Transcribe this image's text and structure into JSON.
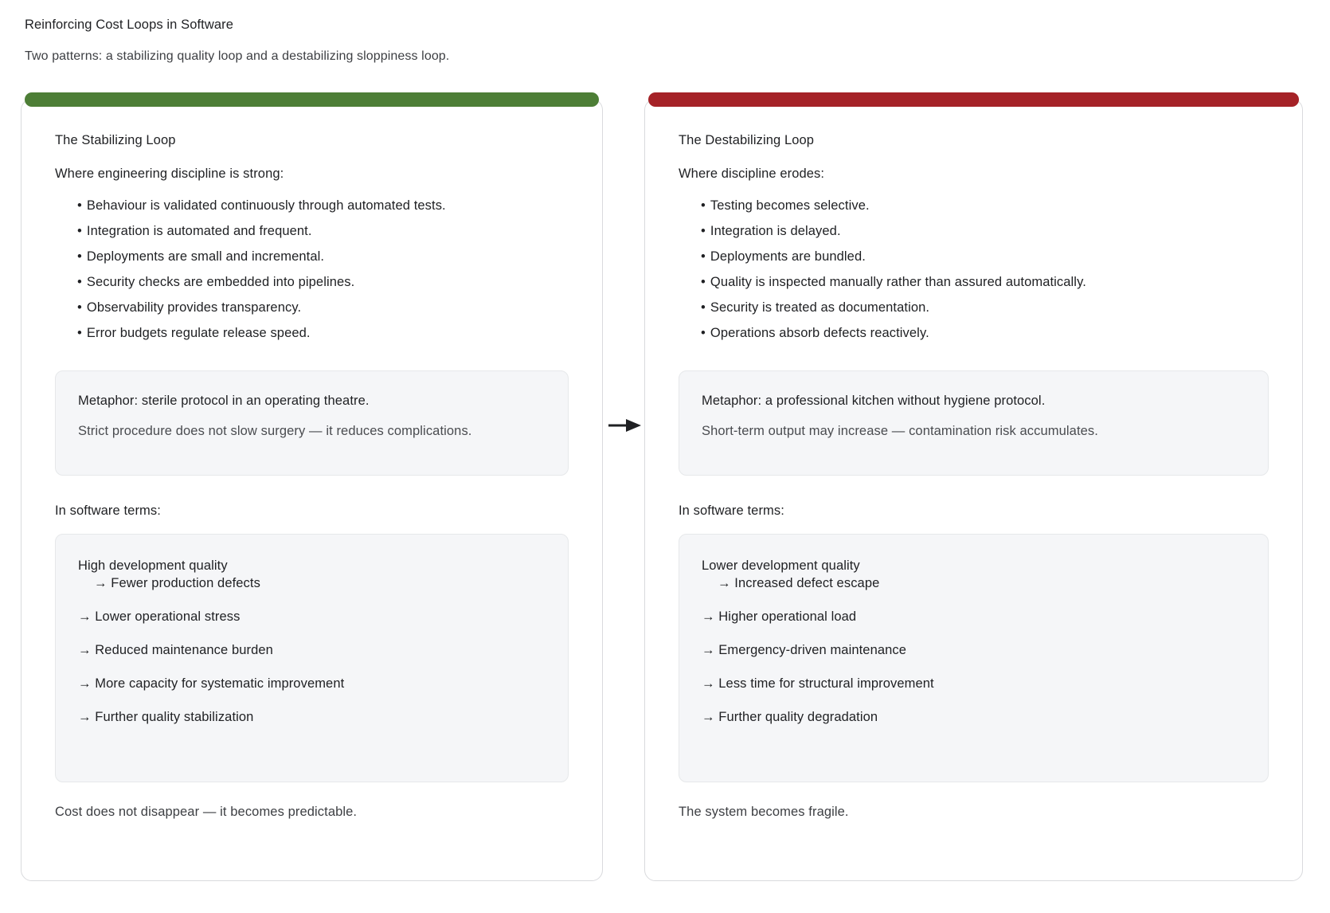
{
  "header": {
    "title": "Reinforcing Cost Loops in Software",
    "subtitle": "Two patterns: a stabilizing quality loop and a destabilizing sloppiness loop."
  },
  "connector": {
    "icon": "arrow-right-icon",
    "color": "#1f2023"
  },
  "cards": [
    {
      "id": "stabilizing",
      "accent_color": "#4d7e36",
      "heading": "The Stabilizing Loop",
      "lead": "Where engineering discipline is strong:",
      "bullets": [
        "Behaviour is validated continuously through automated tests.",
        "Integration is automated and frequent.",
        "Deployments are small and incremental.",
        "Security checks are embedded into pipelines.",
        "Observability provides transparency.",
        "Error budgets regulate release speed."
      ],
      "metaphor": {
        "title": "Metaphor: sterile protocol in an operating theatre.",
        "note": "Strict procedure does not slow surgery — it reduces complications."
      },
      "section_label": "In software terms:",
      "chain": {
        "head": "High development quality",
        "head_sub": "→ Fewer production defects",
        "steps": [
          "→ Lower operational stress",
          "→ Reduced maintenance burden",
          "→ More capacity for systematic improvement",
          "→ Further quality stabilization"
        ]
      },
      "footnote": "Cost does not disappear — it becomes predictable."
    },
    {
      "id": "destabilizing",
      "accent_color": "#a52227",
      "heading": "The Destabilizing Loop",
      "lead": "Where discipline erodes:",
      "bullets": [
        "Testing becomes selective.",
        "Integration is delayed.",
        "Deployments are bundled.",
        "Quality is inspected manually rather than assured automatically.",
        "Security is treated as documentation.",
        "Operations absorb defects reactively."
      ],
      "metaphor": {
        "title": "Metaphor: a professional kitchen without hygiene protocol.",
        "note": "Short-term output may increase — contamination risk accumulates."
      },
      "section_label": "In software terms:",
      "chain": {
        "head": "Lower development quality",
        "head_sub": "→ Increased defect escape",
        "steps": [
          "→ Higher operational load",
          "→ Emergency-driven maintenance",
          "→ Less time for structural improvement",
          "→ Further quality degradation"
        ]
      },
      "footnote": "The system becomes fragile."
    }
  ],
  "bullet_glyph": "•"
}
